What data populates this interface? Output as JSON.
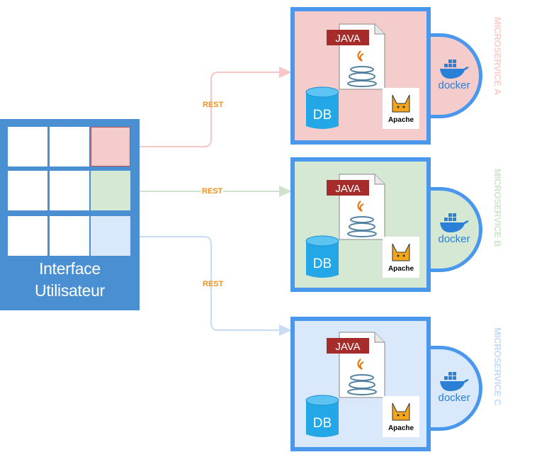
{
  "ui": {
    "label_line1": "Interface",
    "label_line2": "Utilisateur",
    "color": "#4a8fd2",
    "highlight_colors": [
      "#f4cccc",
      "#d5e8d4",
      "#dae8fc"
    ]
  },
  "links": [
    {
      "label": "REST",
      "color": "#f7c6c5"
    },
    {
      "label": "REST",
      "color": "#cfe3cc"
    },
    {
      "label": "REST",
      "color": "#c9dcf2"
    }
  ],
  "services": [
    {
      "name": "MICROSERVICE A",
      "fill": "#f4cccc",
      "label_color": "#f8cfcf"
    },
    {
      "name": "MICROSERVICE B",
      "fill": "#d5e8d4",
      "label_color": "#cfe6cc"
    },
    {
      "name": "MICROSERVICE C",
      "fill": "#dae8fc",
      "label_color": "#c7daf3"
    }
  ],
  "icons": {
    "java_label": "JAVA",
    "db_label": "DB",
    "apache_label": "Apache",
    "docker_label": "docker"
  }
}
